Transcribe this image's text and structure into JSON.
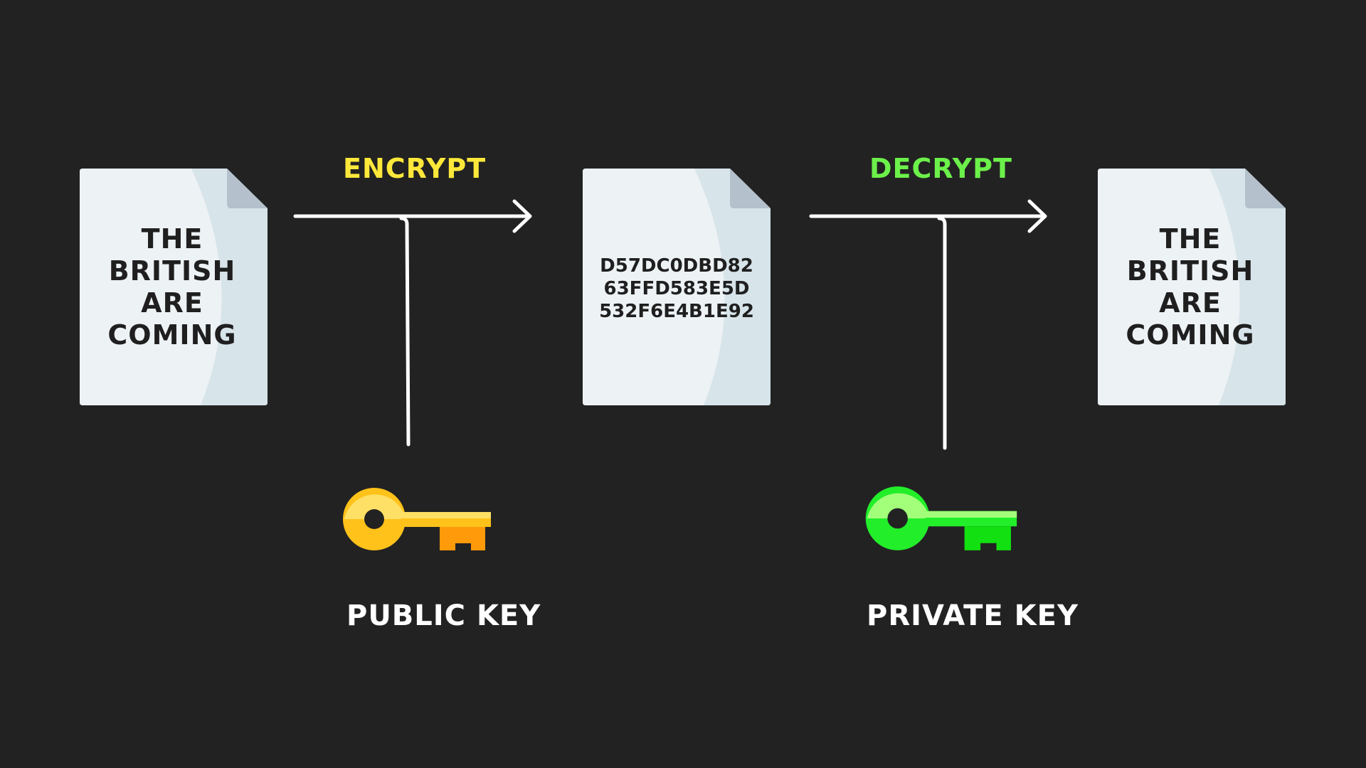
{
  "plaintext_document": {
    "lines": [
      "THE",
      "BRITISH",
      "ARE",
      "COMING"
    ]
  },
  "ciphertext_document": {
    "lines": [
      "D57DC0DBD82",
      "63FFD583E5D",
      "532F6E4B1E92"
    ]
  },
  "decrypted_document": {
    "lines": [
      "THE",
      "BRITISH",
      "ARE",
      "COMING"
    ]
  },
  "encrypt_step": {
    "label": "ENCRYPT",
    "color": "#ffe83a"
  },
  "decrypt_step": {
    "label": "DECRYPT",
    "color": "#6cf04a"
  },
  "public_key": {
    "label": "PUBLIC KEY",
    "icon": "key-icon",
    "colors": {
      "light": "#ffe066",
      "main": "#ffc21a",
      "dark": "#ff9a0a"
    }
  },
  "private_key": {
    "label": "PRIVATE KEY",
    "icon": "key-icon",
    "colors": {
      "light": "#a3ff7a",
      "main": "#22ee2a",
      "dark": "#12e010"
    }
  },
  "colors": {
    "background": "#222222",
    "paper": "#edf2f5",
    "paper_shade": "#d7e4ea",
    "paper_fold": "#b4c1cc",
    "ink": "#1f1f1f",
    "arrow": "#ffffff"
  }
}
